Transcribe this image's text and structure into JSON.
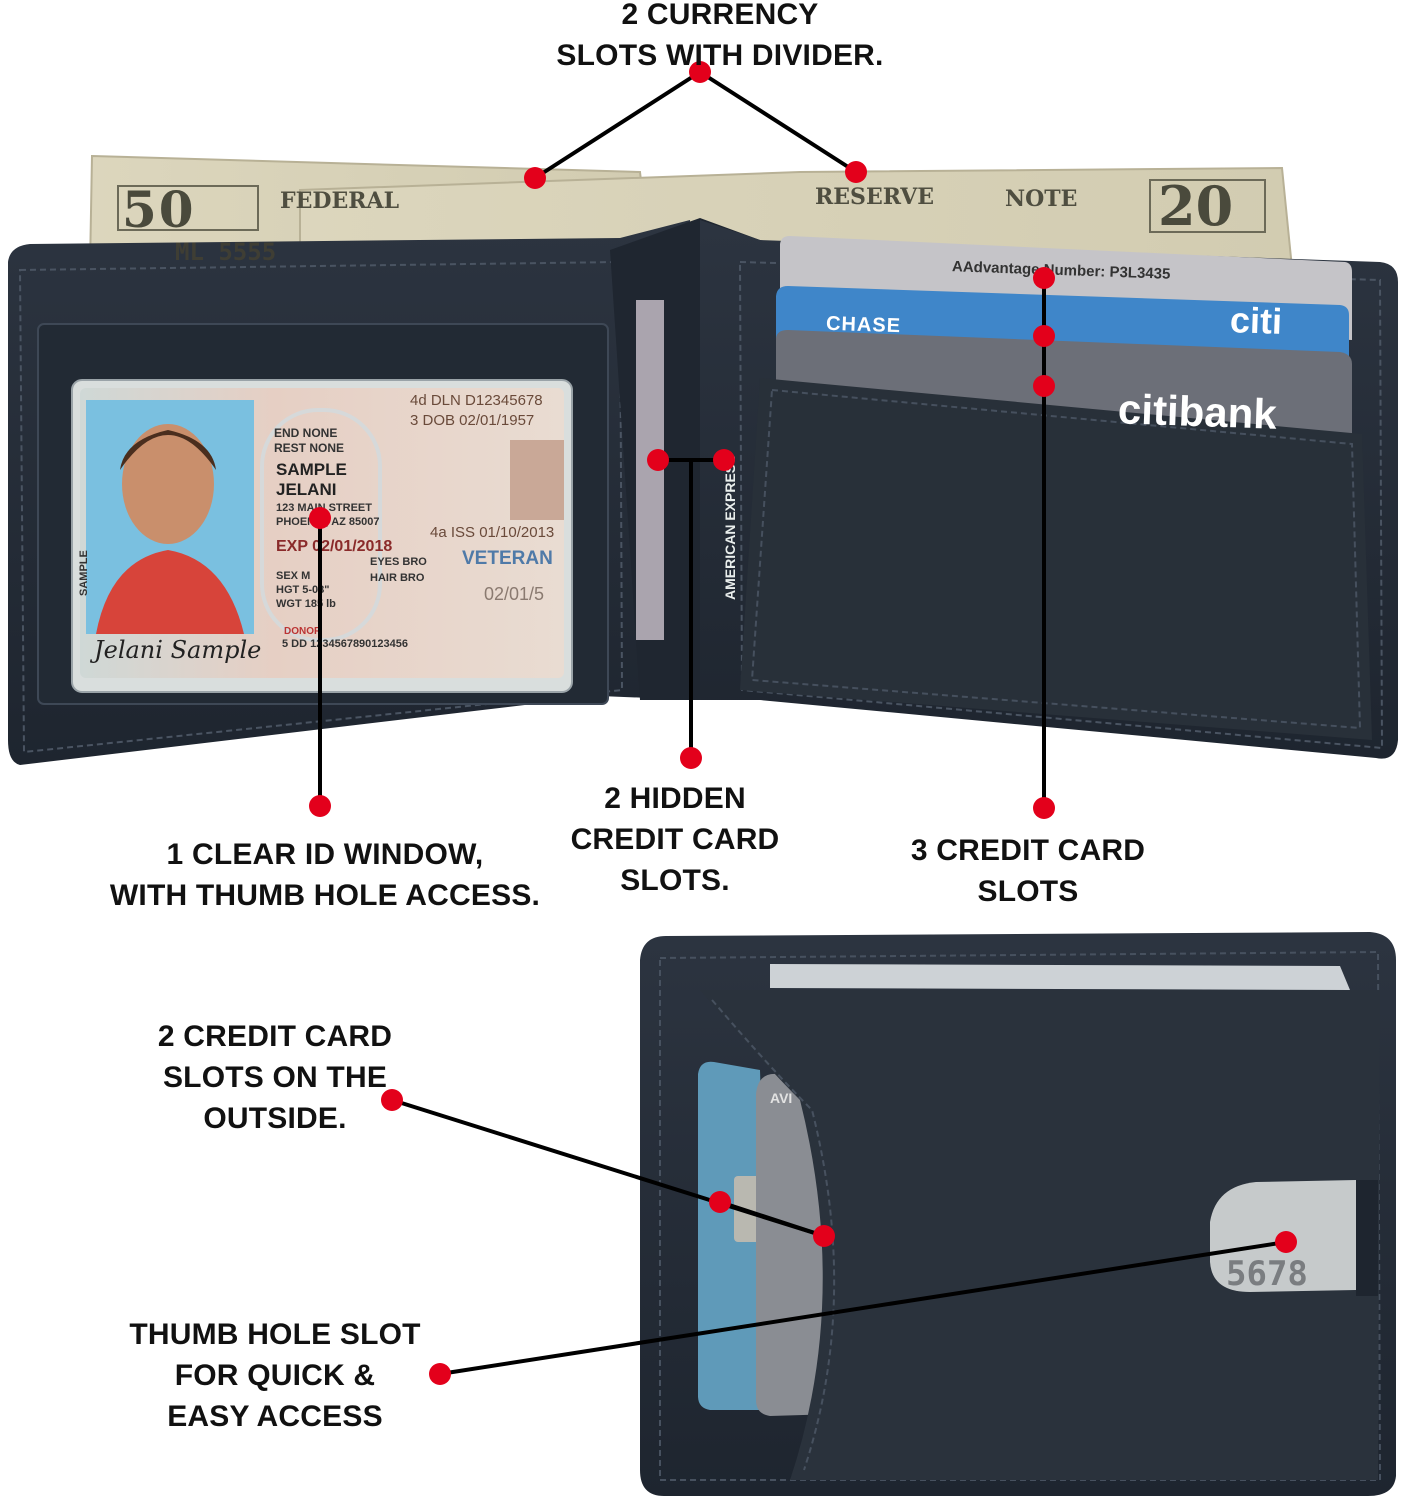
{
  "callouts": {
    "currency": {
      "line1": "2 CURRENCY",
      "line2": "SLOTS WITH DIVIDER."
    },
    "id_window": {
      "line1": "1 CLEAR ID WINDOW,",
      "line2": "WITH THUMB HOLE ACCESS."
    },
    "hidden_slots": {
      "line1": "2 HIDDEN",
      "line2": "CREDIT CARD",
      "line3": "SLOTS."
    },
    "credit_slots": {
      "line1": "3 CREDIT CARD",
      "line2": "SLOTS"
    },
    "outside_slots": {
      "line1": "2 CREDIT CARD",
      "line2": "SLOTS ON THE",
      "line3": "OUTSIDE."
    },
    "thumb_slot": {
      "line1": "THUMB HOLE SLOT",
      "line2": "FOR QUICK &",
      "line3": "EASY ACCESS"
    }
  },
  "bills": {
    "fifty": {
      "denomination": "50",
      "word": "FEDERAL",
      "serial": "ML 5555"
    },
    "twenty": {
      "word1": "RESERVE",
      "word2": "NOTE",
      "denomination": "20"
    }
  },
  "id_card": {
    "dln": "4d DLN D12345678",
    "dob": "3 DOB 02/01/1957",
    "end": "END NONE",
    "rest": "REST NONE",
    "name1": "SAMPLE",
    "name2": "JELANI",
    "address1": "123 MAIN STREET",
    "address2": "PHOENIX, AZ 85007",
    "exp": "EXP 02/01/2018",
    "iss": "4a ISS 01/10/2013",
    "sex": "SEX M",
    "hgt": "HGT 5-08\"",
    "eyes": "EYES BRO",
    "hair": "HAIR BRO",
    "wgt": "WGT 185 lb",
    "veteran": "VETERAN",
    "date2": "02/01/5",
    "donor": "DONOR",
    "dd": "5 DD 1234567890123456",
    "sample_vertical": "SAMPLE",
    "signature": "Jelani Sample"
  },
  "cards": {
    "aadvantage": "AAdvantage Number: P3L3435",
    "chase": "CHASE",
    "citi_top": "citi",
    "citibank": "citibank",
    "amex": "AMERICAN EXPRESS",
    "outside_card_text": "AVI",
    "thumb_card_digits": "5678"
  },
  "colors": {
    "leather": "#252d38",
    "leather_light": "#3a4452",
    "callout_dot": "#e3001b",
    "callout_line": "#000000",
    "bill": "#d9d3b8"
  }
}
